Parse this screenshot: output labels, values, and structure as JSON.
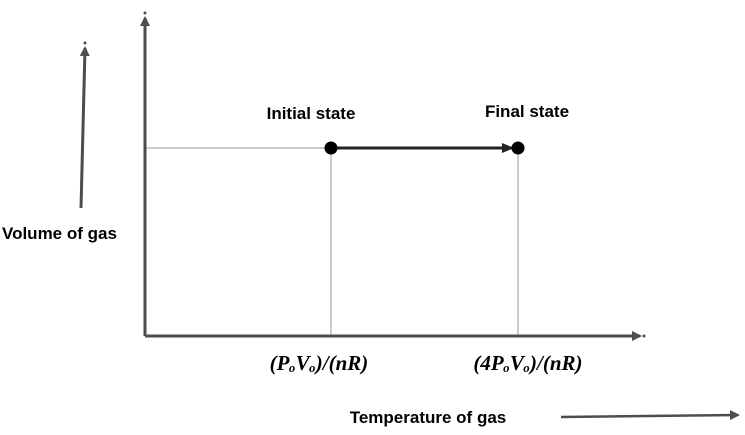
{
  "diagram": {
    "y_axis_label": "Volume of gas",
    "x_axis_label": "Temperature of gas",
    "states": [
      {
        "name": "Initial state",
        "x_tick": "(PₒVₒ)/(nR)"
      },
      {
        "name": "Final state",
        "x_tick": "(4PₒVₒ)/(nR)"
      }
    ],
    "colors": {
      "axis": "#4d4d4d",
      "guide": "#999999",
      "process": "#222222",
      "point": "#000000"
    }
  }
}
